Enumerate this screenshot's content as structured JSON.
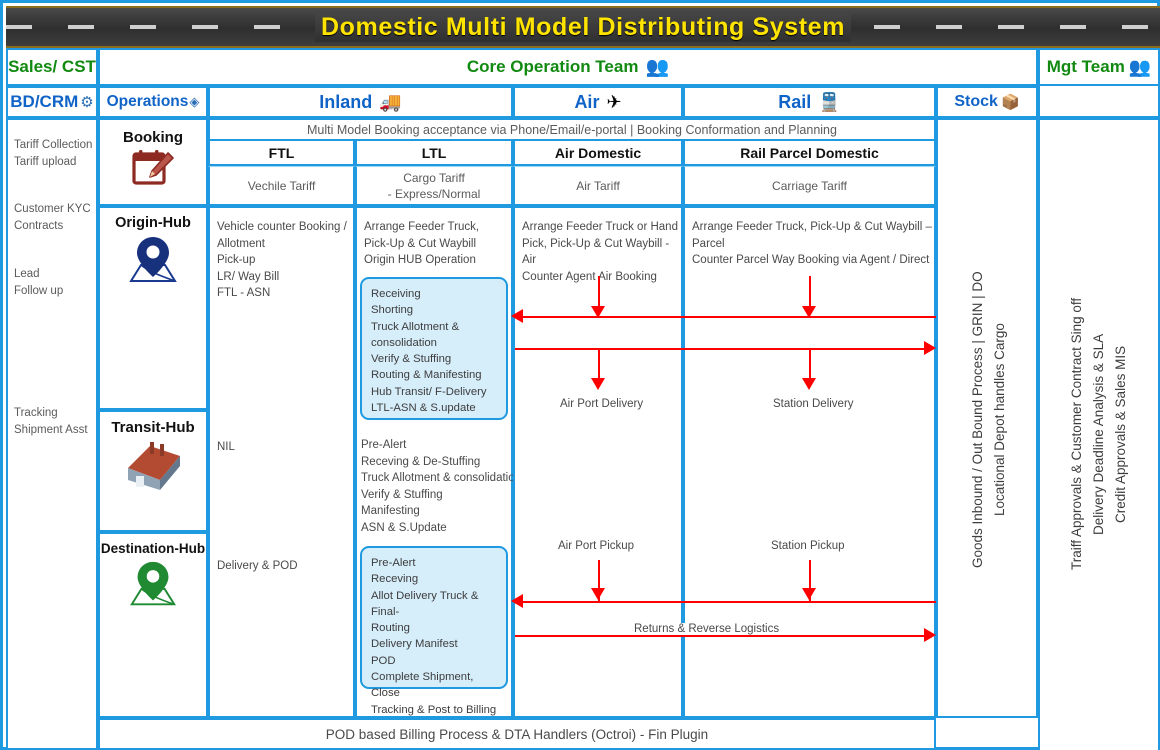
{
  "title": "Domestic Multi Model Distributing System",
  "top_row": {
    "sales_cst": "Sales/ CST",
    "core_team": "Core Operation Team",
    "core_team_icon": "people-group-icon",
    "mgt_team": "Mgt Team",
    "mgt_team_icon": "management-team-icon"
  },
  "mode_row": {
    "bd_crm": "BD/CRM",
    "bd_crm_icon": "gear-icon",
    "operations": "Operations",
    "operations_icon": "process-nodes-icon",
    "inland": "Inland",
    "inland_icon": "truck-icon",
    "air": "Air",
    "air_icon": "airplane-icon",
    "rail": "Rail",
    "rail_icon": "train-icon",
    "stock": "Stock",
    "stock_icon": "boxes-icon"
  },
  "banner": "Multi Model Booking acceptance via Phone/Email/e-portal | Booking Conformation and Planning",
  "service_headers": {
    "ftl": "FTL",
    "ltl": "LTL",
    "air_domestic": "Air Domestic",
    "rail_parcel_domestic": "Rail Parcel Domestic"
  },
  "tariffs": {
    "ftl": "Vechile Tariff",
    "ltl": "Cargo Tariff\n- Express/Normal",
    "air": "Air Tariff",
    "rail": "Carriage Tariff"
  },
  "left_column": {
    "tariff": "Tariff Collection\nTariff  upload",
    "customer": "Customer  KYC\nContracts",
    "lead": "Lead\nFollow up",
    "tracking": "Tracking\nShipment Asst"
  },
  "operations_stages": {
    "booking": "Booking",
    "booking_icon": "booking-form-pencil-icon",
    "origin_hub": "Origin-Hub",
    "origin_hub_icon": "blue-map-pin-icon",
    "transit_hub": "Transit-Hub",
    "transit_hub_icon": "warehouse-icon",
    "destination_hub": "Destination-Hub",
    "destination_hub_icon": "green-map-pin-icon"
  },
  "origin_row": {
    "ftl": "Vehicle counter Booking /\nAllotment\nPick-up\nLR/ Way Bill\nFTL - ASN",
    "ltl": "Arrange Feeder Truck,\nPick-Up & Cut Waybill\nOrigin HUB Operation",
    "air": "Arrange Feeder Truck or Hand\nPick, Pick-Up & Cut Waybill - Air\nCounter  Agent Air Booking",
    "rail": "Arrange Feeder Truck, Pick-Up & Cut Waybill –\nParcel\nCounter Parcel Way Booking   via Agent / Direct"
  },
  "transit_row": {
    "ftl": "NIL",
    "ltl": "Pre-Alert\nReceving & De-Stuffing\nTruck Allotment & consolidation\nVerify & Stuffing\nManifesting\nASN & S.Update"
  },
  "destination_row": {
    "ftl": "Delivery & POD"
  },
  "boxes": {
    "origin_ltl": "Receiving\nShorting\nTruck Allotment &\nconsolidation\nVerify & Stuffing\nRouting &  Manifesting\nHub Transit/ F-Delivery\nLTL-ASN & S.update",
    "destination_ltl": "Pre-Alert\nReceving\nAllot Delivery Truck & Final-\nRouting\nDelivery Manifest\nPOD\nComplete Shipment, Close\nTracking & Post to Billing Desk"
  },
  "arrow_labels": {
    "air_port_delivery": "Air Port Delivery",
    "station_delivery": "Station Delivery",
    "air_port_pickup": "Air Port Pickup",
    "station_pickup": "Station Pickup",
    "returns": "Returns & Reverse Logistics"
  },
  "stock_column": "Goods Inbound / Out Bound Process | GRIN | DO\nLocational Depot handles Cargo",
  "mgt_column": "Traiff Approvals & Customer Contract Sing off\nDelivery Deadline Analysis & SLA\nCredit Approvals & Sales  MIS",
  "footer": "POD based Billing Process & DTA Handlers (Octroi) - Fin Plugin",
  "colors": {
    "border_blue": "#1f9ae0",
    "title_yellow": "#ffe400",
    "green_label": "#128a12",
    "blue_label": "#1064c8",
    "arrow_red": "#ff0000",
    "box_fill": "#d6edfa"
  }
}
